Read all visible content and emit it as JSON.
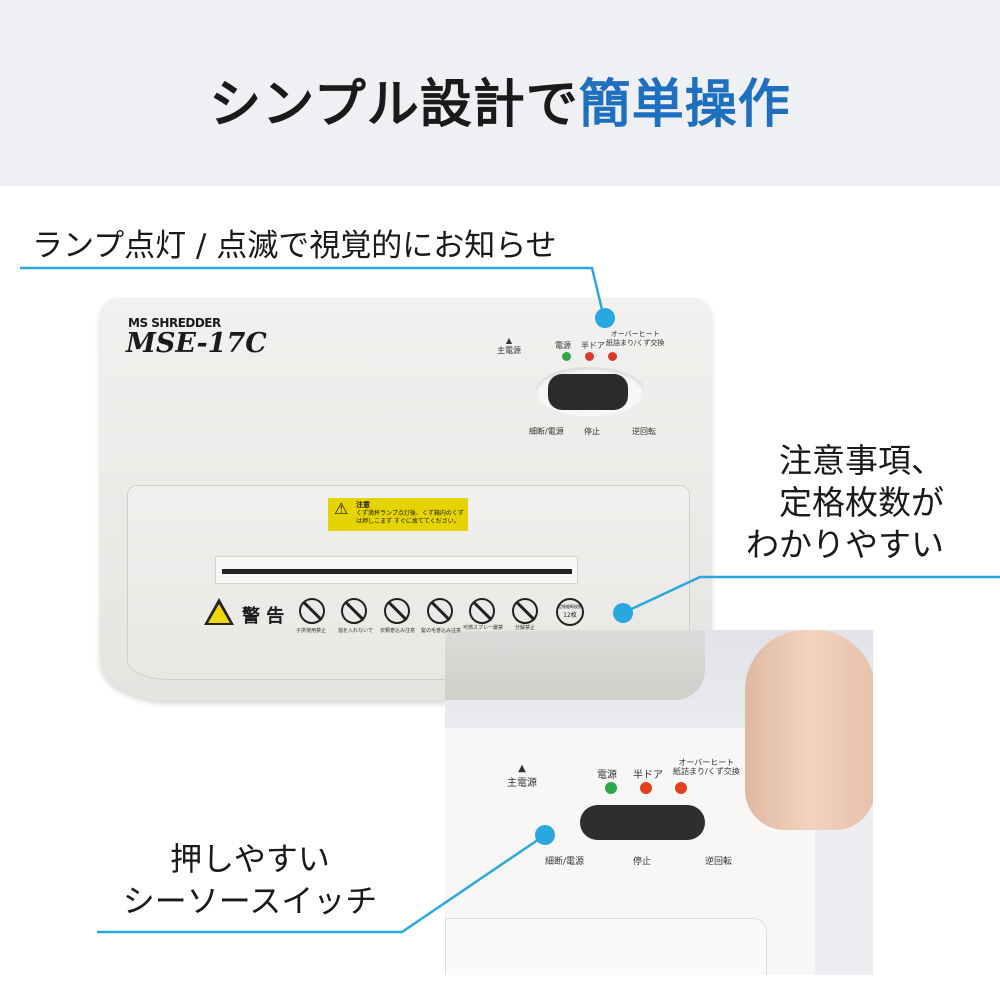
{
  "header": {
    "title_plain": "シンプル設計で",
    "title_highlight": "簡単操作"
  },
  "colors": {
    "accent": "#1f6fc0",
    "callout_line": "#29a8e0",
    "header_bg": "#eef0f4"
  },
  "callouts": [
    {
      "lines": [
        "ランプ点灯 / 点滅で視覚的にお知らせ"
      ]
    },
    {
      "lines": [
        "注意事項、",
        "定格枚数が",
        "わかりやすい"
      ]
    },
    {
      "lines": [
        "押しやすい",
        "シーソースイッチ"
      ]
    }
  ],
  "device": {
    "brand": "MS SHREDDER",
    "model": "MSE-17C",
    "main_power": "主電源",
    "lamps": [
      {
        "label": "電源",
        "color": "#2aa84a"
      },
      {
        "label": "半ドア",
        "color": "#d83a2a"
      },
      {
        "label": "オーバーヒート\n紙詰まり/くず交換",
        "color": "#d83a2a"
      }
    ],
    "switch_positions": [
      "細断/電源",
      "停止",
      "逆回転"
    ],
    "caution_label": {
      "title": "注意",
      "text": "くず満杯ランプ点灯後、くず箱内のくずは押しこまず すぐに捨ててください。"
    },
    "warning": {
      "title": "警 告",
      "icons": [
        {
          "name": "no-children-icon",
          "caption": "子供使用禁止"
        },
        {
          "name": "no-hands-icon",
          "caption": "指を入れないで"
        },
        {
          "name": "no-clothing-icon",
          "caption": "衣類巻込み注意"
        },
        {
          "name": "no-hair-icon",
          "caption": "髪の毛巻込み注意"
        },
        {
          "name": "no-spray-icon",
          "caption": "可燃スプレー厳禁"
        },
        {
          "name": "no-disassembly-icon",
          "caption": "分解禁止"
        }
      ],
      "capacity_label": "定格細断枚数",
      "capacity": "12枚"
    }
  }
}
